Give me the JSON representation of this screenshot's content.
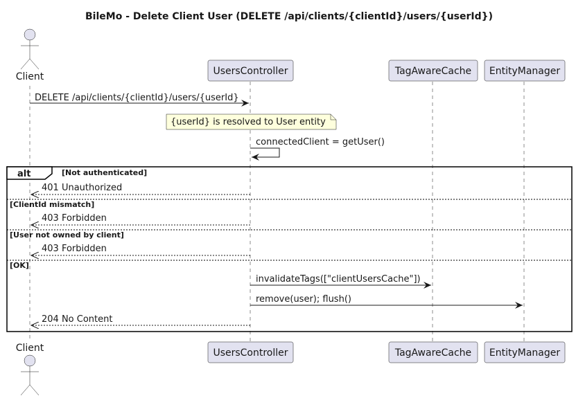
{
  "diagram": {
    "title": "BileMo - Delete Client User (DELETE /api/clients/{clientId}/users/{userId})",
    "participants": [
      {
        "id": "client",
        "label": "Client",
        "kind": "actor"
      },
      {
        "id": "users_controller",
        "label": "UsersController",
        "kind": "participant"
      },
      {
        "id": "tag_aware_cache",
        "label": "TagAwareCache",
        "kind": "participant"
      },
      {
        "id": "entity_manager",
        "label": "EntityManager",
        "kind": "participant"
      }
    ],
    "messages": [
      {
        "label": "DELETE /api/clients/{clientId}/users/{userId}"
      },
      {
        "label": "connectedClient = getUser()"
      },
      {
        "label": "401 Unauthorized"
      },
      {
        "label": "403 Forbidden"
      },
      {
        "label": "403 Forbidden"
      },
      {
        "label": "invalidateTags([\"clientUsersCache\"])"
      },
      {
        "label": "remove(user); flush()"
      },
      {
        "label": "204 No Content"
      }
    ],
    "note": {
      "text": "{userId} is resolved to User entity"
    },
    "alt": {
      "keyword": "alt",
      "guards": [
        "[Not authenticated]",
        "[ClientId mismatch]",
        "[User not owned by client]",
        "[OK]"
      ]
    }
  }
}
